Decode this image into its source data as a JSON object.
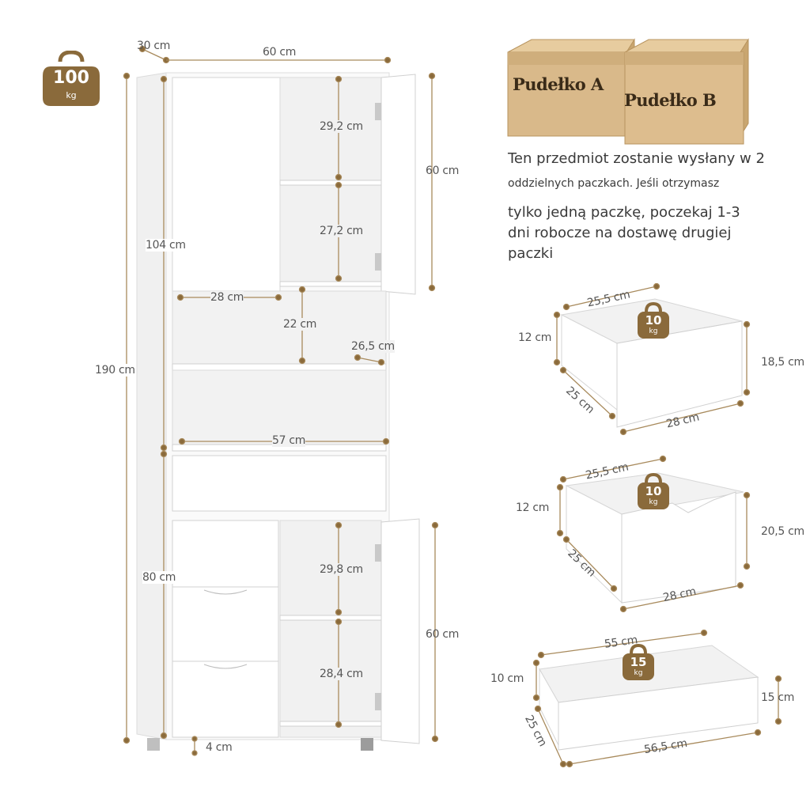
{
  "colors": {
    "accent": "#8a6a3b",
    "dim_line": "#a88a5c",
    "box": "#d9b98a",
    "panel": "#f4f4f4"
  },
  "weight_total": {
    "value": "100",
    "unit": "kg"
  },
  "cabinet_dims": {
    "depth": "30 cm",
    "width": "60 cm",
    "shelf_gap_top": "29,2 cm",
    "door_height_top": "60 cm",
    "shelf_gap_mid": "27,2 cm",
    "upper_height": "104 cm",
    "shelf_width": "28 cm",
    "open_gap": "22 cm",
    "open_depth": "26,5 cm",
    "total_height": "190 cm",
    "inner_width": "57 cm",
    "lower_gap_top": "29,8 cm",
    "lower_height": "80 cm",
    "door_height_bottom": "60 cm",
    "lower_gap_bottom": "28,4 cm",
    "foot_height": "4 cm"
  },
  "packages": {
    "box_a": "Pudełko A",
    "box_b": "Pudełko B"
  },
  "notice": {
    "line1": "Ten przedmiot zostanie wysłany w 2",
    "line2": "oddzielnych paczkach.  Jeśli otrzymasz",
    "line3": "tylko jedną paczkę, poczekaj 1-3",
    "line4": "dni robocze na dostawę drugiej",
    "line5": "paczki"
  },
  "drawer1": {
    "weight": "10",
    "unit": "kg",
    "width_top": "25,5 cm",
    "side": "12 cm",
    "depth": "25 cm",
    "front_width": "28 cm",
    "front_height": "18,5 cm"
  },
  "drawer2": {
    "weight": "10",
    "unit": "kg",
    "width_top": "25,5 cm",
    "side": "12 cm",
    "depth": "25 cm",
    "front_width": "28 cm",
    "front_height": "20,5 cm"
  },
  "drawer3": {
    "weight": "15",
    "unit": "kg",
    "width_top": "55 cm",
    "side": "10 cm",
    "depth": "25 cm",
    "front_width": "56,5 cm",
    "front_height": "15 cm"
  }
}
